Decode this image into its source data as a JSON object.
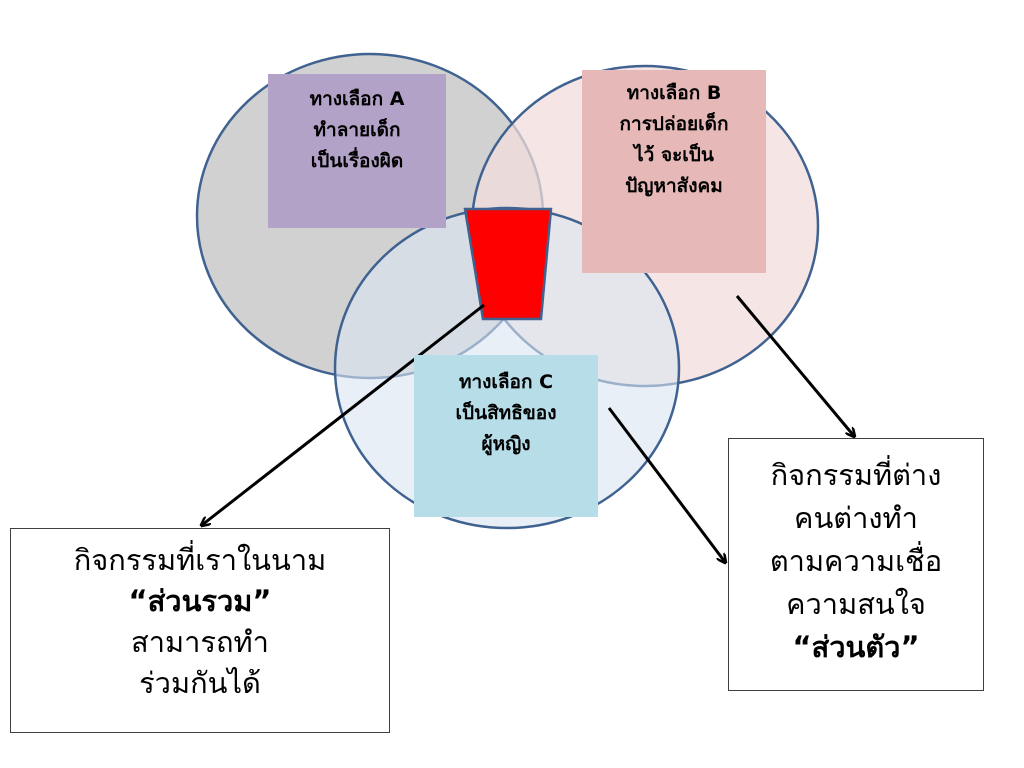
{
  "slide": {
    "option_a": {
      "title": "ทางเลือก A",
      "line1": "ทำลายเด็ก",
      "line2": "เป็นเรื่องผิด",
      "box_color": "#b3a2c7",
      "circle_color": "#cfcfcf"
    },
    "option_b": {
      "title": "ทางเลือก B",
      "line1": "การปล่อยเด็ก",
      "line2": "ไว้ จะเป็น",
      "line3": "ปัญหาสังคม",
      "box_color": "#e6b9b8",
      "circle_color": "#f2dcdb"
    },
    "option_c": {
      "title": "ทางเลือก C",
      "line1": "เป็นสิทธิของ",
      "line2": "ผู้หญิง",
      "box_color": "#b7dde8",
      "circle_color": "#dbe5f1"
    },
    "common_box": {
      "line1": "กิจกรรมที่เราในนาม",
      "line2": "“ส่วนรวม”",
      "line3": "สามารถทำ",
      "line4": "ร่วมกันได้"
    },
    "personal_box": {
      "line1": "กิจกรรมที่ต่าง",
      "line2": "คนต่างทำ",
      "line3": "ตามความเชื่อ",
      "line4": "ความสนใจ",
      "line5": "“ส่วนตัว”"
    },
    "intersection_color": "#ff0000",
    "circle_outline_color": "#3f6291",
    "arrow_color": "#000000"
  }
}
